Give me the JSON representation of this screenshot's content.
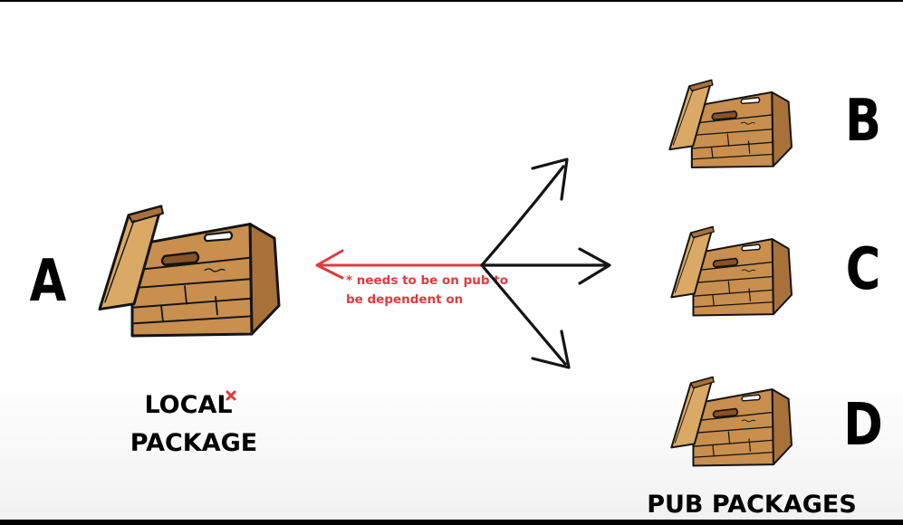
{
  "diagram": {
    "local": {
      "letter": "A",
      "caption_line1": "LOCAL",
      "caption_marker": "*",
      "caption_line2": "PACKAGE"
    },
    "note": {
      "line1": "* needs to be on pub to",
      "line2": "be dependent on"
    },
    "pub": {
      "letters": [
        "B",
        "C",
        "D"
      ],
      "caption": "PUB PACKAGES"
    }
  },
  "colors": {
    "box": "#c98f4f",
    "box_dark": "#a8713a",
    "box_light": "#dba966",
    "outline": "#141414",
    "arrow_red": "#e03a3e",
    "arrow_black": "#141414"
  },
  "icons": {
    "box": "cardboard-box-icon",
    "asterisk": "red-asterisk-icon"
  }
}
